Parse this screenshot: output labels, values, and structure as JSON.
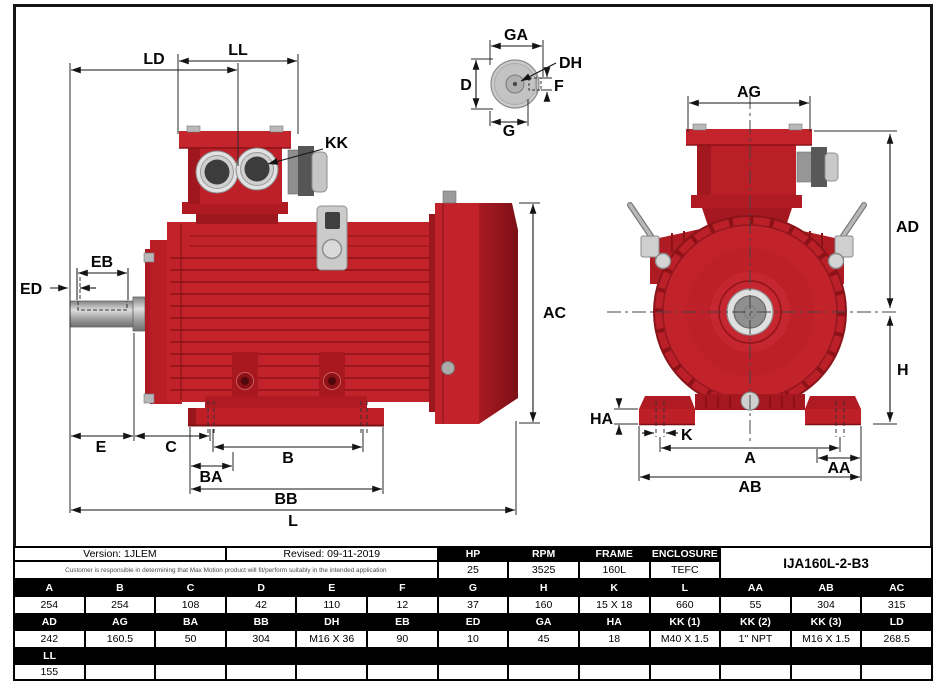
{
  "sheet": {
    "motor_red": "#c2232b",
    "motor_red_dark": "#8c1218",
    "metal_gray": "#c9c9c9",
    "border_color": "#161616"
  },
  "drawing": {
    "side": {
      "LD": "LD",
      "LL": "LL",
      "KK": "KK",
      "EB": "EB",
      "ED": "ED",
      "AC": "AC",
      "E": "E",
      "C": "C",
      "B": "B",
      "BA": "BA",
      "BB": "BB",
      "L": "L"
    },
    "shaft": {
      "GA": "GA",
      "DH": "DH",
      "D": "D",
      "G": "G",
      "F": "F"
    },
    "front": {
      "AG": "AG",
      "AD": "AD",
      "H": "H",
      "HA": "HA",
      "K": "K",
      "A": "A",
      "AA": "AA",
      "AB": "AB"
    }
  },
  "table": {
    "version_label": "Version: 1JLEM",
    "revised_label": "Revised: 09-11-2019",
    "disclaimer": "Customer is responsible in determining that Max Motion product will fit/perform suitably in the intended application",
    "model": "IJA160L-2-B3",
    "spec_headers": [
      "HP",
      "RPM",
      "FRAME",
      "ENCLOSURE"
    ],
    "spec_values": [
      "25",
      "3525",
      "160L",
      "TEFC"
    ],
    "row1_headers": [
      "A",
      "B",
      "C",
      "D",
      "E",
      "F",
      "G",
      "H",
      "K",
      "L",
      "AA",
      "AB",
      "AC"
    ],
    "row1_values": [
      "254",
      "254",
      "108",
      "42",
      "110",
      "12",
      "37",
      "160",
      "15 X 18",
      "660",
      "55",
      "304",
      "315"
    ],
    "row2_headers": [
      "AD",
      "AG",
      "BA",
      "BB",
      "DH",
      "EB",
      "ED",
      "GA",
      "HA",
      "KK (1)",
      "KK (2)",
      "KK (3)",
      "LD"
    ],
    "row2_values": [
      "242",
      "160.5",
      "50",
      "304",
      "M16 X 36",
      "90",
      "10",
      "45",
      "18",
      "M40 X 1.5",
      "1'' NPT",
      "M16 X 1.5",
      "268.5"
    ],
    "row3_headers": [
      "LL"
    ],
    "row3_values": [
      "155"
    ]
  }
}
